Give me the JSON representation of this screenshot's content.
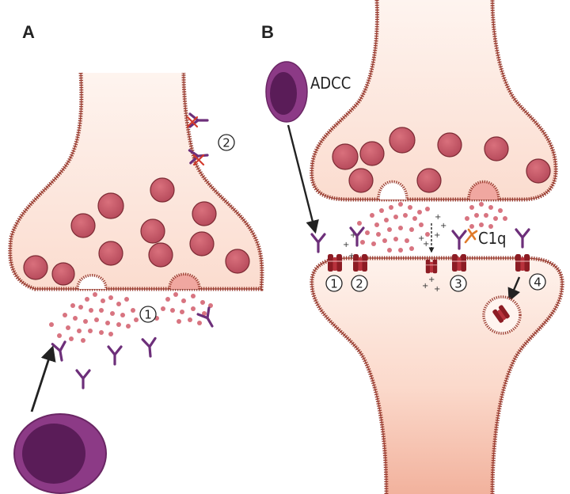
{
  "panels": {
    "a_label": "A",
    "b_label": "B"
  },
  "labels": {
    "adcc": "ADCC",
    "c1q": "C1q"
  },
  "markers": {
    "a_1": "1",
    "a_2": "2",
    "b_1": "1",
    "b_2": "2",
    "b_3": "3",
    "b_4": "4"
  },
  "colors": {
    "membrane": "#9b3f33",
    "cytoplasm_light": "#fde6dc",
    "cytoplasm_dark": "#f3b9a6",
    "vesicle": "#c85a68",
    "vesicle_stroke": "#7c2a33",
    "transmitter": "#d87480",
    "antibody": "#6d2f7a",
    "receptor": "#8c1c24",
    "cell_outer": "#8c3a86",
    "cell_inner": "#5a1c58",
    "c1q": "#e07a2a",
    "cross": "#d33a2c"
  }
}
